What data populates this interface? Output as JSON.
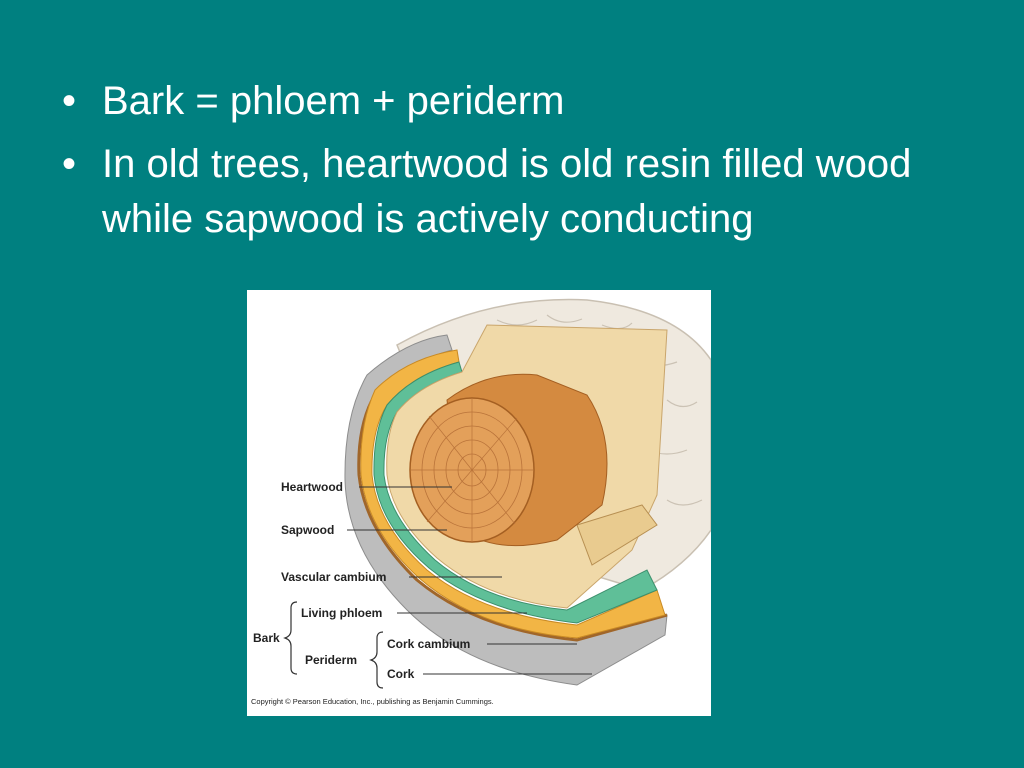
{
  "slide": {
    "background_color": "#008080",
    "text_color": "#ffffff",
    "bullets": [
      "Bark = phloem + periderm",
      "In old trees, heartwood is old resin filled wood while sapwood is actively conducting"
    ],
    "bullet_glyph": "•"
  },
  "diagram": {
    "labels": {
      "heartwood": "Heartwood",
      "sapwood": "Sapwood",
      "vascular_cambium": "Vascular cambium",
      "living_phloem": "Living phloem",
      "bark": "Bark",
      "periderm": "Periderm",
      "cork_cambium": "Cork cambium",
      "cork": "Cork"
    },
    "copyright": "Copyright © Pearson Education, Inc., publishing as Benjamin Cummings.",
    "colors": {
      "heartwood": "#d48a40",
      "sapwood": "#f0d9a8",
      "vascular_cambium": "#5fbf98",
      "phloem": "#f2b545",
      "cork": "#bdbdbd",
      "bark_surface": "#efe9df"
    }
  }
}
